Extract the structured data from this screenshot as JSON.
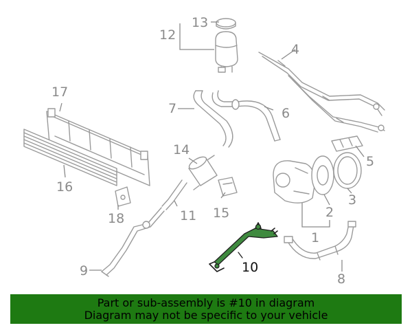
{
  "callouts": {
    "c1": "1",
    "c2": "2",
    "c3": "3",
    "c4": "4",
    "c5": "5",
    "c6": "6",
    "c7": "7",
    "c8": "8",
    "c9": "9",
    "c10": "10",
    "c11": "11",
    "c12": "12",
    "c13": "13",
    "c14": "14",
    "c15": "15",
    "c16": "16",
    "c17": "17",
    "c18": "18"
  },
  "highlight_part": "10",
  "colors": {
    "highlight": "#3f8a3f",
    "banner": "#1e7a12",
    "line": "#9a9a9a"
  },
  "banner": {
    "line1": "Part or sub-assembly is #10 in diagram",
    "line2": "Diagram may not be specific to your vehicle"
  }
}
